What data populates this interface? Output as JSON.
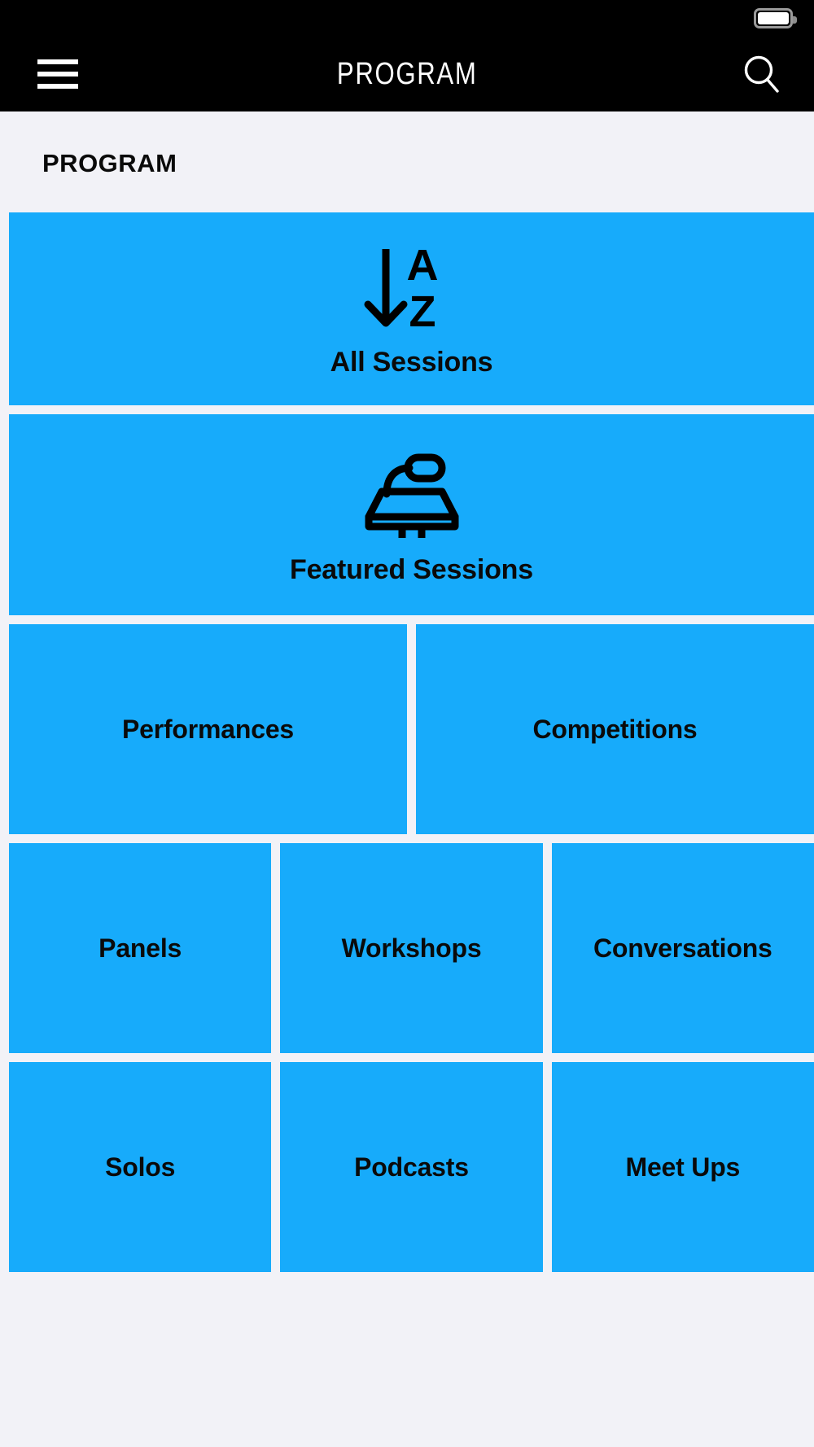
{
  "statusbar": {
    "battery_icon": "battery-full-icon"
  },
  "navbar": {
    "menu_icon": "hamburger-menu-icon",
    "title": "PROGRAM",
    "search_icon": "search-icon"
  },
  "page": {
    "title": "PROGRAM",
    "background_color": "#f2f2f7",
    "tile_color": "#17abfb",
    "text_color": "#0a0a0a"
  },
  "grid": {
    "rows": [
      {
        "layout": "full",
        "tiles": [
          {
            "label": "All Sessions",
            "icon": "sort-a-z-icon"
          }
        ]
      },
      {
        "layout": "full",
        "tiles": [
          {
            "label": "Featured Sessions",
            "icon": "podium-lectern-icon"
          }
        ]
      },
      {
        "layout": "half",
        "tiles": [
          {
            "label": "Performances",
            "icon": ""
          },
          {
            "label": "Competitions",
            "icon": ""
          }
        ]
      },
      {
        "layout": "third",
        "tiles": [
          {
            "label": "Panels",
            "icon": ""
          },
          {
            "label": "Workshops",
            "icon": ""
          },
          {
            "label": "Conversations",
            "icon": ""
          }
        ]
      },
      {
        "layout": "third",
        "tiles": [
          {
            "label": "Solos",
            "icon": ""
          },
          {
            "label": "Podcasts",
            "icon": ""
          },
          {
            "label": "Meet Ups",
            "icon": ""
          }
        ]
      }
    ]
  }
}
